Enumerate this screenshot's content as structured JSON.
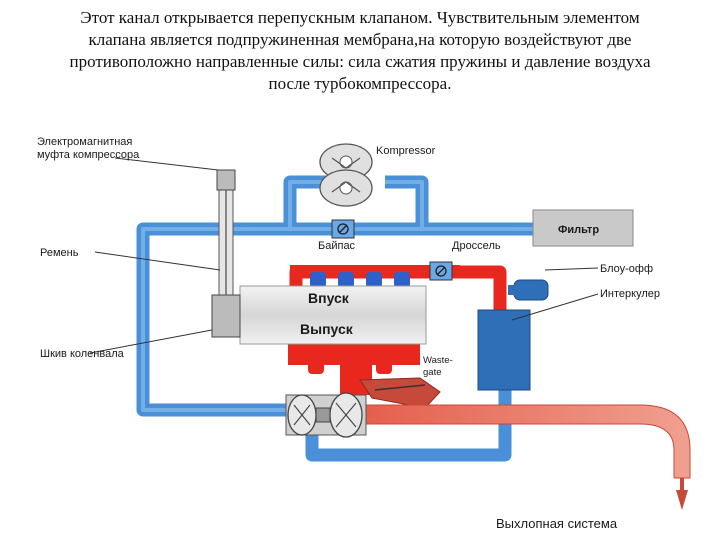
{
  "caption": {
    "lines": [
      "Этот канал открывается перепускным клапаном. Чувствительным элементом",
      "клапана является подпружиненная мембрана,на которую воздействуют две",
      "противоположно направленные силы: сила сжатия пружины и давление воздуха",
      "после турбокомпрессора."
    ]
  },
  "diagram": {
    "labels": {
      "clutch_1": "Электромагнитная",
      "clutch_2": "муфта компрессора",
      "belt": "Ремень",
      "pulley": "Шкив коленвала",
      "compressor": "Kompressor",
      "bypass": "Байпас",
      "throttle": "Дроссель",
      "filter": "Фильтр",
      "blowoff": "Блоу-офф",
      "intercooler": "Интеркулер",
      "intake": "Впуск",
      "exhaust": "Выпуск",
      "wastegate_1": "Waste-",
      "wastegate_2": "gate",
      "exhaust_system": "Выхлопная система"
    },
    "colors": {
      "intake_air": "#4a90d9",
      "charged_air": "#e8281e",
      "exhaust_out": "#e87060",
      "metal": "#c8c8c8",
      "cooler": "#2f6fb8"
    }
  }
}
